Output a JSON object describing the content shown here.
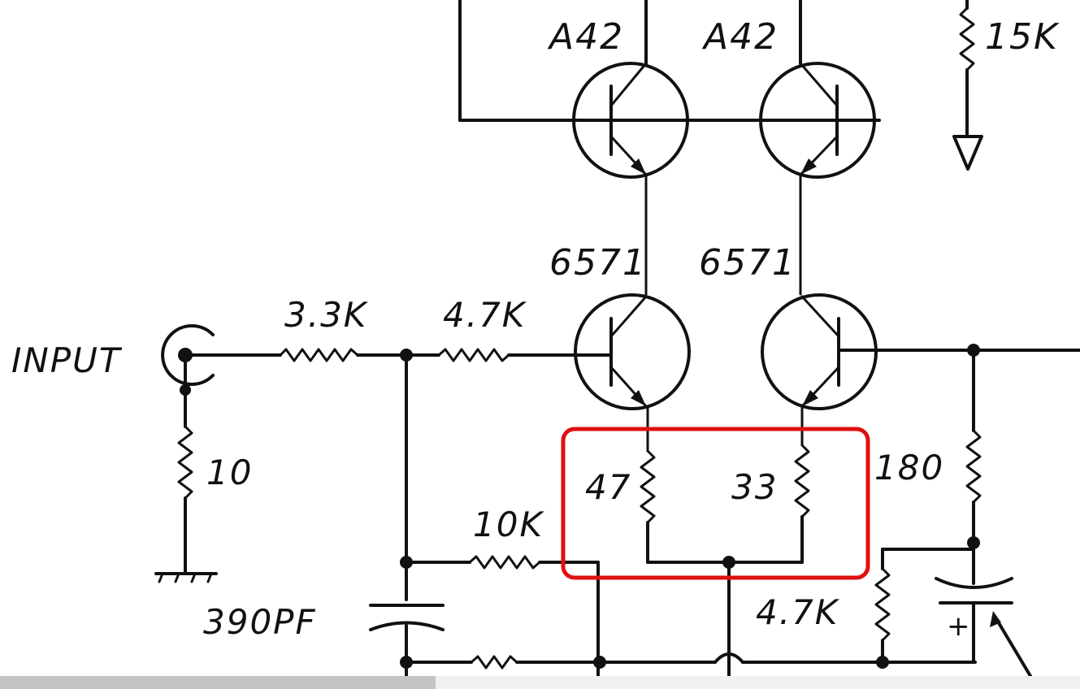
{
  "labels": {
    "transistor_top_left": "A42",
    "transistor_top_right": "A42",
    "resistor_top_right": "15K",
    "transistor_mid_left": "6571",
    "transistor_mid_right": "6571",
    "input": "INPUT",
    "resistor_3_3k": "3.3K",
    "resistor_4_7k_top": "4.7K",
    "resistor_10": "10",
    "resistor_47": "47",
    "resistor_33": "33",
    "resistor_180": "180",
    "resistor_10k": "10K",
    "capacitor_390pf": "390PF",
    "resistor_4_7k_bottom": "4.7K",
    "capacitor_plus": "+"
  },
  "highlight_color": "#e01010",
  "ink_color": "#111111"
}
